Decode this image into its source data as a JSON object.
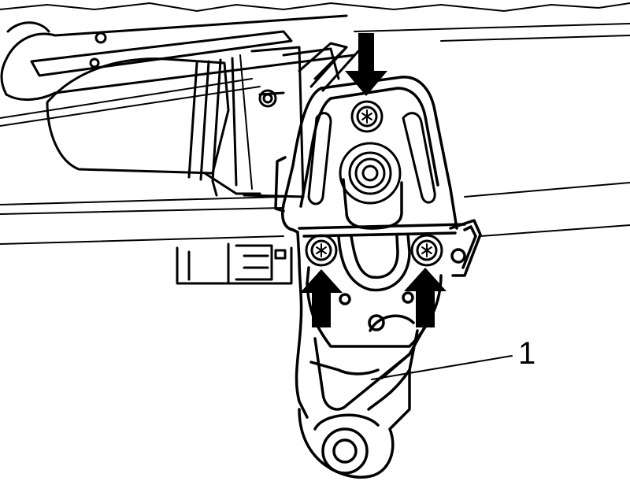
{
  "callouts": [
    {
      "label": "1",
      "target": "wiper-motor-crank-arm"
    }
  ],
  "arrows": [
    {
      "name": "top-bolt-arrow",
      "direction": "down",
      "points_to": "top-mounting-bolt"
    },
    {
      "name": "lower-left-bolt-arrow",
      "direction": "up",
      "points_to": "lower-left-mounting-bolt"
    },
    {
      "name": "lower-right-bolt-arrow",
      "direction": "up",
      "points_to": "lower-right-mounting-bolt"
    }
  ],
  "colors": {
    "line": "#000000",
    "background": "#ffffff",
    "arrow_fill": "#000000"
  }
}
